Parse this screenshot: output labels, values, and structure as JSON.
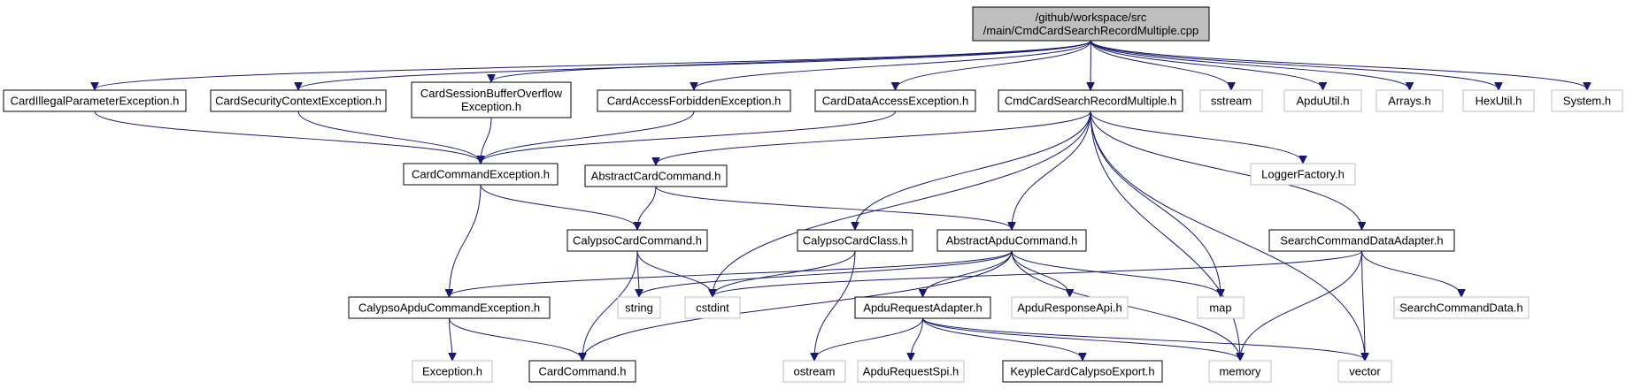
{
  "diagram": {
    "type": "include-dependency-graph",
    "colors": {
      "edge": "#191970",
      "root_fill": "#bfbfbf",
      "external_border": "#bfbfbf",
      "node_border": "#000000"
    },
    "nodes": [
      {
        "id": "root",
        "lines": [
          "/github/workspace/src",
          "/main/CmdCardSearchRecordMultiple.cpp"
        ],
        "kind": "root"
      },
      {
        "id": "n_illegal",
        "lines": [
          "CardIllegalParameterException.h"
        ],
        "kind": "internal"
      },
      {
        "id": "n_security",
        "lines": [
          "CardSecurityContextException.h"
        ],
        "kind": "internal"
      },
      {
        "id": "n_sessionbuf",
        "lines": [
          "CardSessionBufferOverflow",
          "Exception.h"
        ],
        "kind": "internal"
      },
      {
        "id": "n_accessforbidden",
        "lines": [
          "CardAccessForbiddenException.h"
        ],
        "kind": "internal"
      },
      {
        "id": "n_dataaccess",
        "lines": [
          "CardDataAccessException.h"
        ],
        "kind": "internal"
      },
      {
        "id": "n_cmdsearch",
        "lines": [
          "CmdCardSearchRecordMultiple.h"
        ],
        "kind": "internal"
      },
      {
        "id": "n_sstream",
        "lines": [
          "sstream"
        ],
        "kind": "external"
      },
      {
        "id": "n_apduutil",
        "lines": [
          "ApduUtil.h"
        ],
        "kind": "external"
      },
      {
        "id": "n_arrays",
        "lines": [
          "Arrays.h"
        ],
        "kind": "external"
      },
      {
        "id": "n_hexutil",
        "lines": [
          "HexUtil.h"
        ],
        "kind": "external"
      },
      {
        "id": "n_system",
        "lines": [
          "System.h"
        ],
        "kind": "external"
      },
      {
        "id": "n_cardcmdexc",
        "lines": [
          "CardCommandException.h"
        ],
        "kind": "internal"
      },
      {
        "id": "n_abstractcard",
        "lines": [
          "AbstractCardCommand.h"
        ],
        "kind": "internal"
      },
      {
        "id": "n_logger",
        "lines": [
          "LoggerFactory.h"
        ],
        "kind": "external"
      },
      {
        "id": "n_calypsocardcmd",
        "lines": [
          "CalypsoCardCommand.h"
        ],
        "kind": "internal"
      },
      {
        "id": "n_calypsocardclass",
        "lines": [
          "CalypsoCardClass.h"
        ],
        "kind": "internal"
      },
      {
        "id": "n_abstractapdu",
        "lines": [
          "AbstractApduCommand.h"
        ],
        "kind": "internal"
      },
      {
        "id": "n_searchadapter",
        "lines": [
          "SearchCommandDataAdapter.h"
        ],
        "kind": "internal"
      },
      {
        "id": "n_calypsoapduexc",
        "lines": [
          "CalypsoApduCommandException.h"
        ],
        "kind": "internal"
      },
      {
        "id": "n_string",
        "lines": [
          "string"
        ],
        "kind": "external"
      },
      {
        "id": "n_cstdint",
        "lines": [
          "cstdint"
        ],
        "kind": "external"
      },
      {
        "id": "n_apdureqadapter",
        "lines": [
          "ApduRequestAdapter.h"
        ],
        "kind": "internal"
      },
      {
        "id": "n_apduresp",
        "lines": [
          "ApduResponseApi.h"
        ],
        "kind": "external"
      },
      {
        "id": "n_map",
        "lines": [
          "map"
        ],
        "kind": "external"
      },
      {
        "id": "n_searchdata",
        "lines": [
          "SearchCommandData.h"
        ],
        "kind": "external"
      },
      {
        "id": "n_exception",
        "lines": [
          "Exception.h"
        ],
        "kind": "external"
      },
      {
        "id": "n_cardcommand",
        "lines": [
          "CardCommand.h"
        ],
        "kind": "internal"
      },
      {
        "id": "n_ostream",
        "lines": [
          "ostream"
        ],
        "kind": "external"
      },
      {
        "id": "n_apdureqspi",
        "lines": [
          "ApduRequestSpi.h"
        ],
        "kind": "external"
      },
      {
        "id": "n_keyple",
        "lines": [
          "KeypleCardCalypsoExport.h"
        ],
        "kind": "internal"
      },
      {
        "id": "n_memory",
        "lines": [
          "memory"
        ],
        "kind": "external"
      },
      {
        "id": "n_vector",
        "lines": [
          "vector"
        ],
        "kind": "external"
      }
    ],
    "edges": [
      [
        "root",
        "n_illegal"
      ],
      [
        "root",
        "n_security"
      ],
      [
        "root",
        "n_sessionbuf"
      ],
      [
        "root",
        "n_accessforbidden"
      ],
      [
        "root",
        "n_dataaccess"
      ],
      [
        "root",
        "n_cmdsearch"
      ],
      [
        "root",
        "n_sstream"
      ],
      [
        "root",
        "n_apduutil"
      ],
      [
        "root",
        "n_arrays"
      ],
      [
        "root",
        "n_hexutil"
      ],
      [
        "root",
        "n_system"
      ],
      [
        "n_illegal",
        "n_cardcmdexc"
      ],
      [
        "n_security",
        "n_cardcmdexc"
      ],
      [
        "n_sessionbuf",
        "n_cardcmdexc"
      ],
      [
        "n_accessforbidden",
        "n_cardcmdexc"
      ],
      [
        "n_dataaccess",
        "n_cardcmdexc"
      ],
      [
        "n_cmdsearch",
        "n_abstractcard"
      ],
      [
        "n_cmdsearch",
        "n_logger"
      ],
      [
        "n_cmdsearch",
        "n_calypsocardclass"
      ],
      [
        "n_cmdsearch",
        "n_abstractapdu"
      ],
      [
        "n_cmdsearch",
        "n_searchadapter"
      ],
      [
        "n_cmdsearch",
        "n_cstdint"
      ],
      [
        "n_cmdsearch",
        "n_map"
      ],
      [
        "n_cmdsearch",
        "n_memory"
      ],
      [
        "n_cmdsearch",
        "n_vector"
      ],
      [
        "n_cardcmdexc",
        "n_calypsocardcmd"
      ],
      [
        "n_cardcmdexc",
        "n_calypsoapduexc"
      ],
      [
        "n_abstractcard",
        "n_calypsocardcmd"
      ],
      [
        "n_abstractcard",
        "n_abstractapdu"
      ],
      [
        "n_calypsocardcmd",
        "n_string"
      ],
      [
        "n_calypsocardcmd",
        "n_cstdint"
      ],
      [
        "n_calypsocardcmd",
        "n_cardcommand"
      ],
      [
        "n_calypsocardclass",
        "n_cstdint"
      ],
      [
        "n_calypsocardclass",
        "n_ostream"
      ],
      [
        "n_abstractapdu",
        "n_calypsoapduexc"
      ],
      [
        "n_abstractapdu",
        "n_string"
      ],
      [
        "n_abstractapdu",
        "n_cardcommand"
      ],
      [
        "n_abstractapdu",
        "n_apdureqadapter"
      ],
      [
        "n_abstractapdu",
        "n_apduresp"
      ],
      [
        "n_abstractapdu",
        "n_map"
      ],
      [
        "n_abstractapdu",
        "n_memory"
      ],
      [
        "n_searchadapter",
        "n_cstdint"
      ],
      [
        "n_searchadapter",
        "n_searchdata"
      ],
      [
        "n_searchadapter",
        "n_memory"
      ],
      [
        "n_searchadapter",
        "n_vector"
      ],
      [
        "n_calypsoapduexc",
        "n_exception"
      ],
      [
        "n_calypsoapduexc",
        "n_cardcommand"
      ],
      [
        "n_apdureqadapter",
        "n_ostream"
      ],
      [
        "n_apdureqadapter",
        "n_apdureqspi"
      ],
      [
        "n_apdureqadapter",
        "n_keyple"
      ],
      [
        "n_apdureqadapter",
        "n_memory"
      ],
      [
        "n_apdureqadapter",
        "n_vector"
      ]
    ]
  }
}
